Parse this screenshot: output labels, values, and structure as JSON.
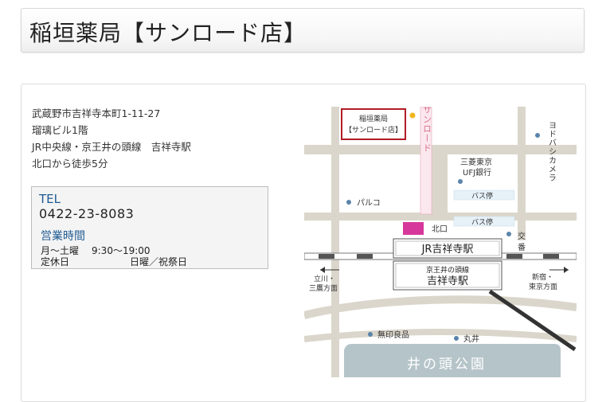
{
  "page_title": "稲垣薬局【サンロード店】",
  "address": {
    "line1": "武蔵野市吉祥寺本町1-11-27",
    "line2": "瑠璃ビル1階",
    "line3": "JR中央線・京王井の頭線　吉祥寺駅",
    "line4": "北口から徒歩5分"
  },
  "info": {
    "tel_label": "TEL",
    "tel_number": "0422-23-8083",
    "hours_label": "営業時間",
    "hours_rows": [
      {
        "label": "月〜土曜",
        "value": "9:30〜19:00"
      },
      {
        "label": "定休日",
        "value": "日曜／祝祭日"
      }
    ]
  },
  "map": {
    "store_label_1": "稲垣薬局",
    "store_label_2": "【サンロード店】",
    "sunroad": "サンロード",
    "yodobashi": "ヨドバシカメラ",
    "mufg_1": "三菱東京",
    "mufg_2": "UFJ銀行",
    "parco": "パルコ",
    "bus_stop_1": "バス停",
    "bus_stop_2": "バス停",
    "north_exit": "北口",
    "koban": "交番",
    "jr_station": "JR吉祥寺駅",
    "keio_line": "京王井の頭線",
    "keio_station": "吉祥寺駅",
    "left_dir_1": "立川・",
    "left_dir_2": "三鷹方面",
    "right_dir_1": "新宿・",
    "right_dir_2": "東京方面",
    "mujirushi": "無印良品",
    "marui": "丸井",
    "park": "井の頭公園",
    "colors": {
      "road": "#dbd6cb",
      "park": "#b5c4c9",
      "store_pink": "#d6379a",
      "marker_yellow": "#f2b51c",
      "dot_blue": "#5a84aa",
      "bus_stop_fill": "#e6f1f8",
      "frame_red": "#b01c24"
    }
  }
}
